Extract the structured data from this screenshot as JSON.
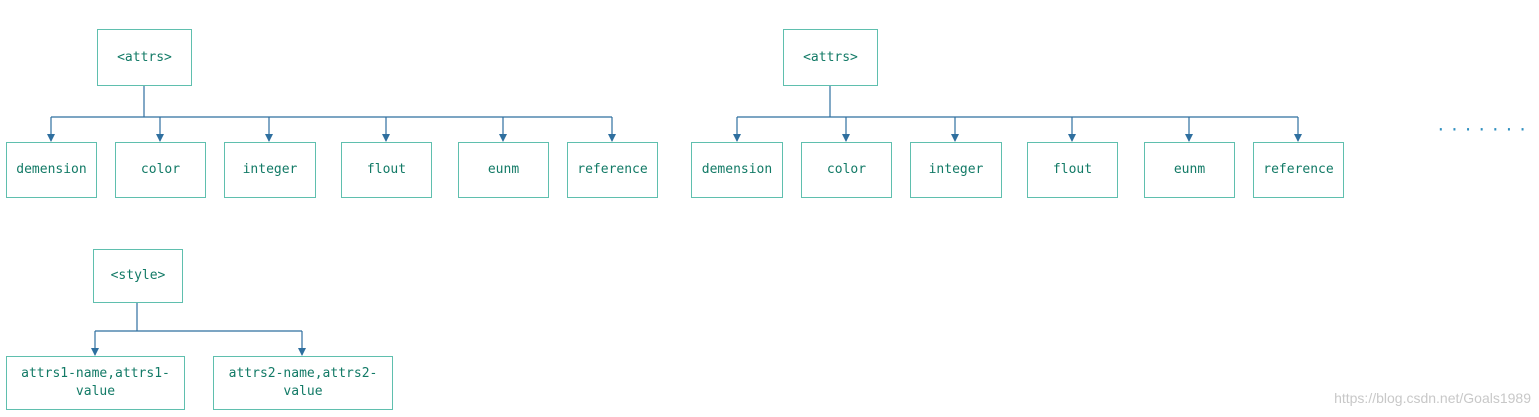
{
  "tree1": {
    "root": "<attrs>",
    "children": [
      "demension",
      "color",
      "integer",
      "flout",
      "eunm",
      "reference"
    ]
  },
  "tree2": {
    "root": "<attrs>",
    "children": [
      "demension",
      "color",
      "integer",
      "flout",
      "eunm",
      "reference"
    ]
  },
  "ellipsis": "·······",
  "tree3": {
    "root": "<style>",
    "children": [
      "attrs1-name,attrs1-value",
      "attrs2-name,attrs2-value"
    ]
  },
  "watermark": "https://blog.csdn.net/Goals1989",
  "colors": {
    "line": "#2f6f9f",
    "border": "#5fbfae",
    "text": "#127a66"
  }
}
